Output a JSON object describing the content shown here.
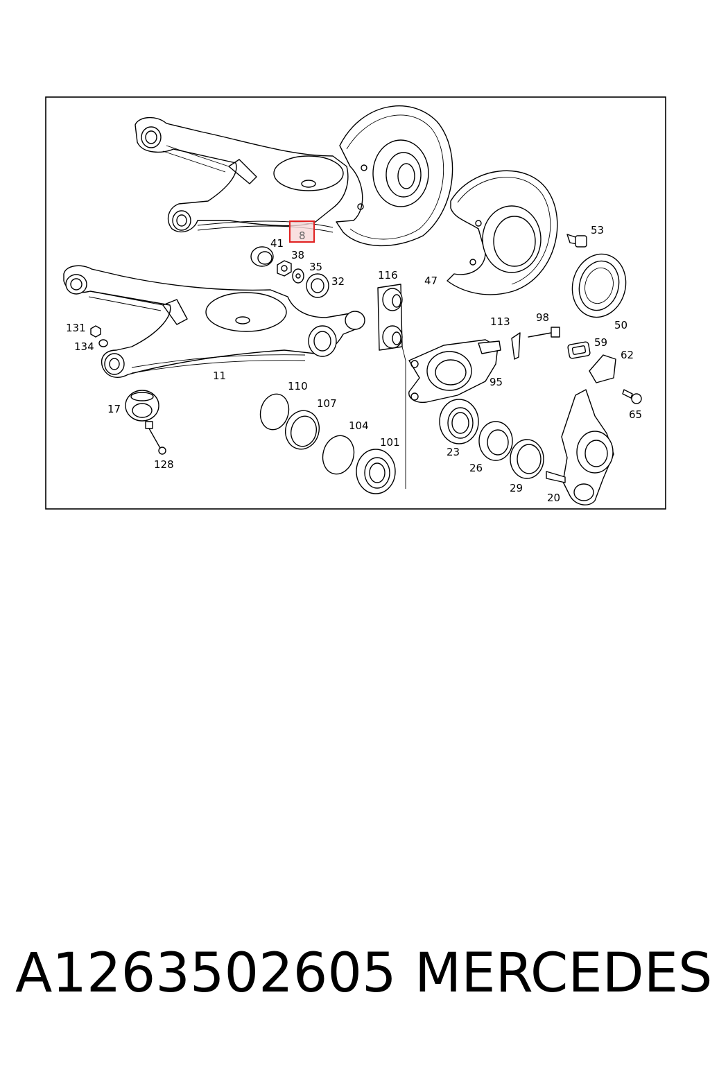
{
  "part_number": "A1263502605",
  "brand": "MERCEDES",
  "diagram": {
    "highlight_color": "#e02020",
    "highlighted_callout": "8",
    "callouts": [
      "8",
      "53",
      "41",
      "38",
      "35",
      "32",
      "116",
      "47",
      "131",
      "134",
      "113",
      "98",
      "50",
      "59",
      "62",
      "11",
      "95",
      "110",
      "107",
      "17",
      "104",
      "101",
      "23",
      "26",
      "29",
      "20",
      "65",
      "128"
    ]
  }
}
